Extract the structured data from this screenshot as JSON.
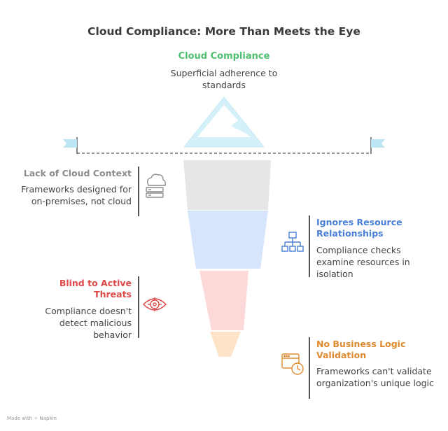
{
  "title": "Cloud Compliance: More Than Meets the Eye",
  "top": {
    "heading": "Cloud Compliance",
    "description": "Superficial adherence to standards"
  },
  "items": [
    {
      "heading": "Lack of Cloud Context",
      "description": "Frameworks designed for on-premises, not cloud",
      "color": "#8c8c8c",
      "icon": "cloud-server-icon"
    },
    {
      "heading": "Ignores Resource Relationships",
      "description": "Compliance checks examine resources in isolation",
      "color": "#4a7fd6",
      "icon": "hierarchy-icon"
    },
    {
      "heading": "Blind to Active Threats",
      "description": "Compliance doesn't detect malicious behavior",
      "color": "#e04848",
      "icon": "eye-target-icon"
    },
    {
      "heading": "No Business Logic Validation",
      "description": "Frameworks can't validate organization's unique logic",
      "color": "#e08a2e",
      "icon": "window-clock-icon"
    }
  ],
  "footer": "Made with ✧ Napkin"
}
